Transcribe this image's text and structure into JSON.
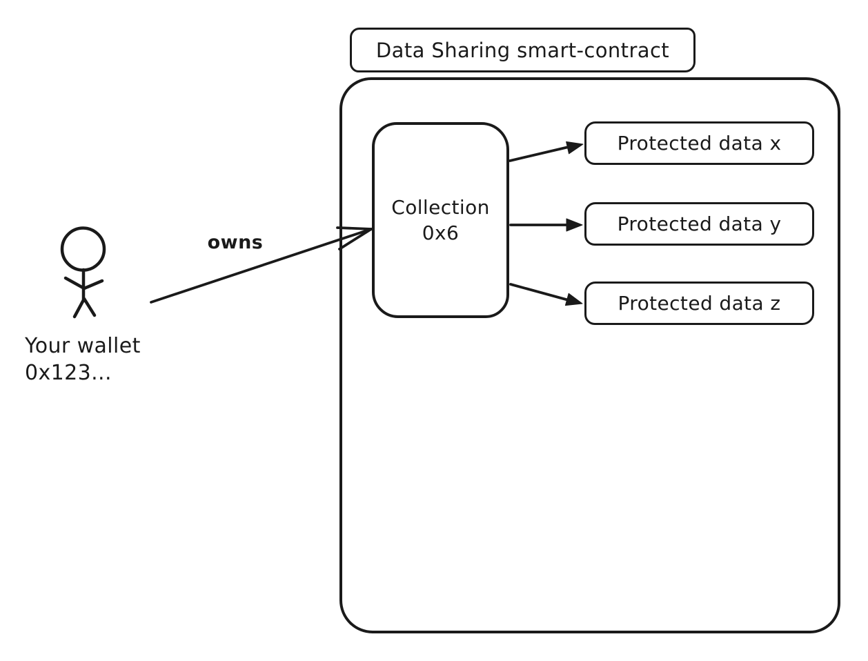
{
  "colors": {
    "stroke": "#1a1a1a",
    "background": "#ffffff"
  },
  "title": "Data Sharing smart-contract",
  "actor": {
    "name_line": "Your wallet",
    "address_line": "0x123..."
  },
  "edges": {
    "owns_label": "owns"
  },
  "collection": {
    "title": "Collection",
    "address": "0x6"
  },
  "protected_data": [
    {
      "label": "Protected data x"
    },
    {
      "label": "Protected data y"
    },
    {
      "label": "Protected data z"
    }
  ]
}
